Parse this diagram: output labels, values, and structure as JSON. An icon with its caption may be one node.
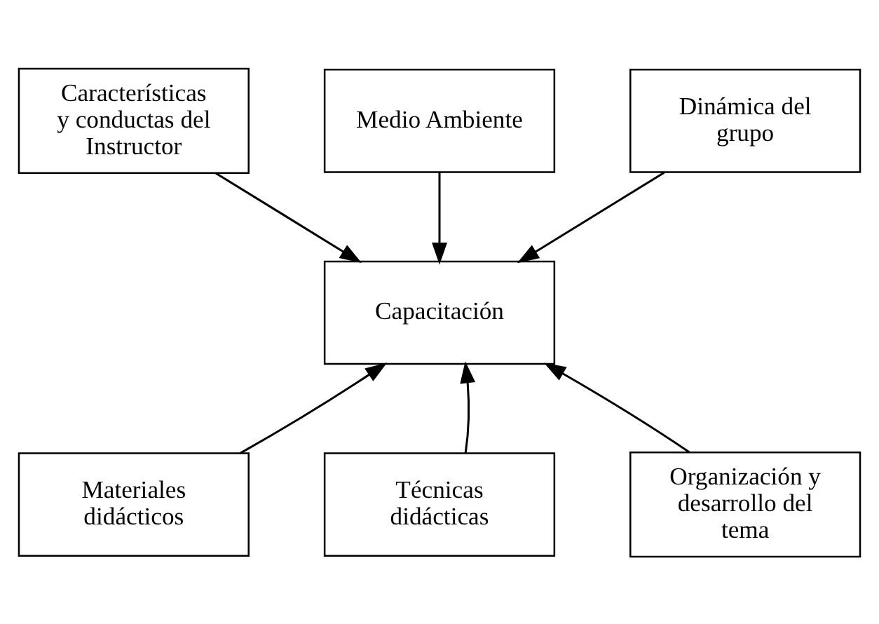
{
  "diagram": {
    "nodes": [
      {
        "text": [
          "Características y conductas del Instructor"
        ]
      },
      {
        "text": [
          "Medio Ambiente"
        ]
      },
      {
        "text": [
          "Dinámica del grupo"
        ]
      },
      {
        "text": [
          "Capacitación"
        ]
      },
      {
        "text": [
          "Materiales didácticos"
        ]
      },
      {
        "text": [
          "Técnicas didácticas"
        ]
      },
      {
        "text": [
          "Organización y desarrollo del tema"
        ]
      }
    ],
    "edges": [
      {
        "from": 1,
        "to": 3,
        "arrow": "to"
      },
      {
        "from": 0,
        "to": 3,
        "arrow": "to"
      },
      {
        "from": 2,
        "to": 3,
        "arrow": "to"
      },
      {
        "from": 4,
        "to": 3,
        "arrow": "to"
      },
      {
        "from": 5,
        "to": 3,
        "arrow": "to"
      },
      {
        "from": 6,
        "to": 3,
        "arrow": "to"
      }
    ]
  }
}
